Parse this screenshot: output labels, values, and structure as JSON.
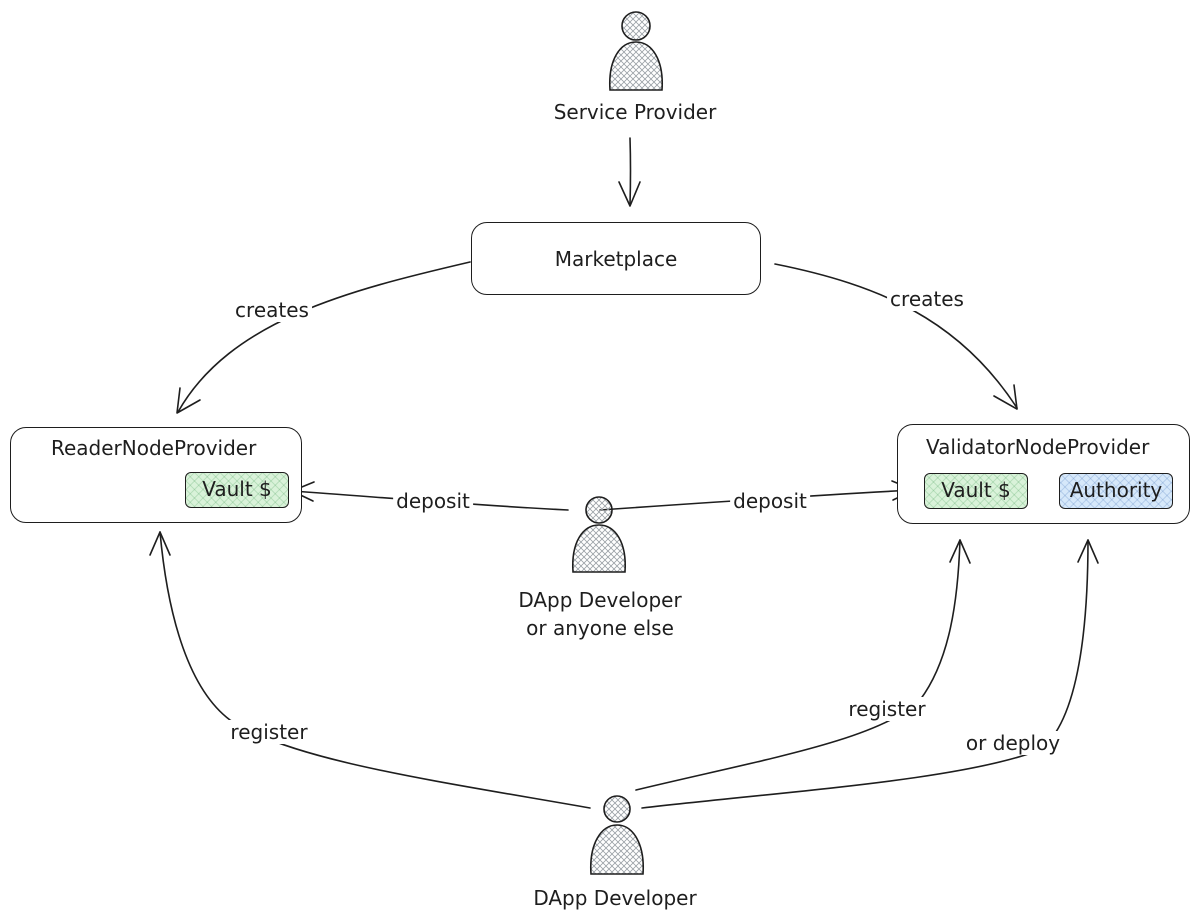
{
  "actors": {
    "service_provider": "Service Provider",
    "dapp_developer_or_anyone": [
      "DApp Developer",
      "or anyone else"
    ],
    "dapp_developer": "DApp Developer"
  },
  "nodes": {
    "marketplace": "Marketplace",
    "reader": {
      "title": "ReaderNodeProvider",
      "vault": "Vault $"
    },
    "validator": {
      "title": "ValidatorNodeProvider",
      "vault": "Vault $",
      "authority": "Authority"
    }
  },
  "edges": {
    "creates_left": "creates",
    "creates_right": "creates",
    "deposit_left": "deposit",
    "deposit_right": "deposit",
    "register_left": "register",
    "register_right": "register",
    "or_deploy": "or deploy"
  },
  "colors": {
    "stroke": "#1e1e1e",
    "vault_fill": "#d9f2d9",
    "authority_fill": "#d6e8fa"
  }
}
